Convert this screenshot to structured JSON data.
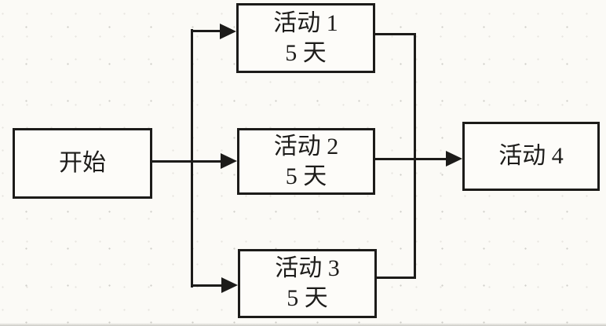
{
  "diagram": {
    "type": "flowchart-activity-network",
    "colors": {
      "background": "#fbfaf6",
      "line": "#1c1b19",
      "text": "#1d1c1a",
      "node_fill": "#fdfcf9"
    },
    "nodes": {
      "start": {
        "label": "开始"
      },
      "activity1": {
        "label": "活动 1",
        "duration": "5 天"
      },
      "activity2": {
        "label": "活动 2",
        "duration": "5 天"
      },
      "activity3": {
        "label": "活动 3",
        "duration": "5 天"
      },
      "activity4": {
        "label": "活动 4"
      }
    },
    "edges": [
      {
        "from": "start",
        "to": "activity1"
      },
      {
        "from": "start",
        "to": "activity2"
      },
      {
        "from": "start",
        "to": "activity3"
      },
      {
        "from": "activity1",
        "to": "activity4"
      },
      {
        "from": "activity2",
        "to": "activity4"
      },
      {
        "from": "activity3",
        "to": "activity4"
      }
    ]
  }
}
